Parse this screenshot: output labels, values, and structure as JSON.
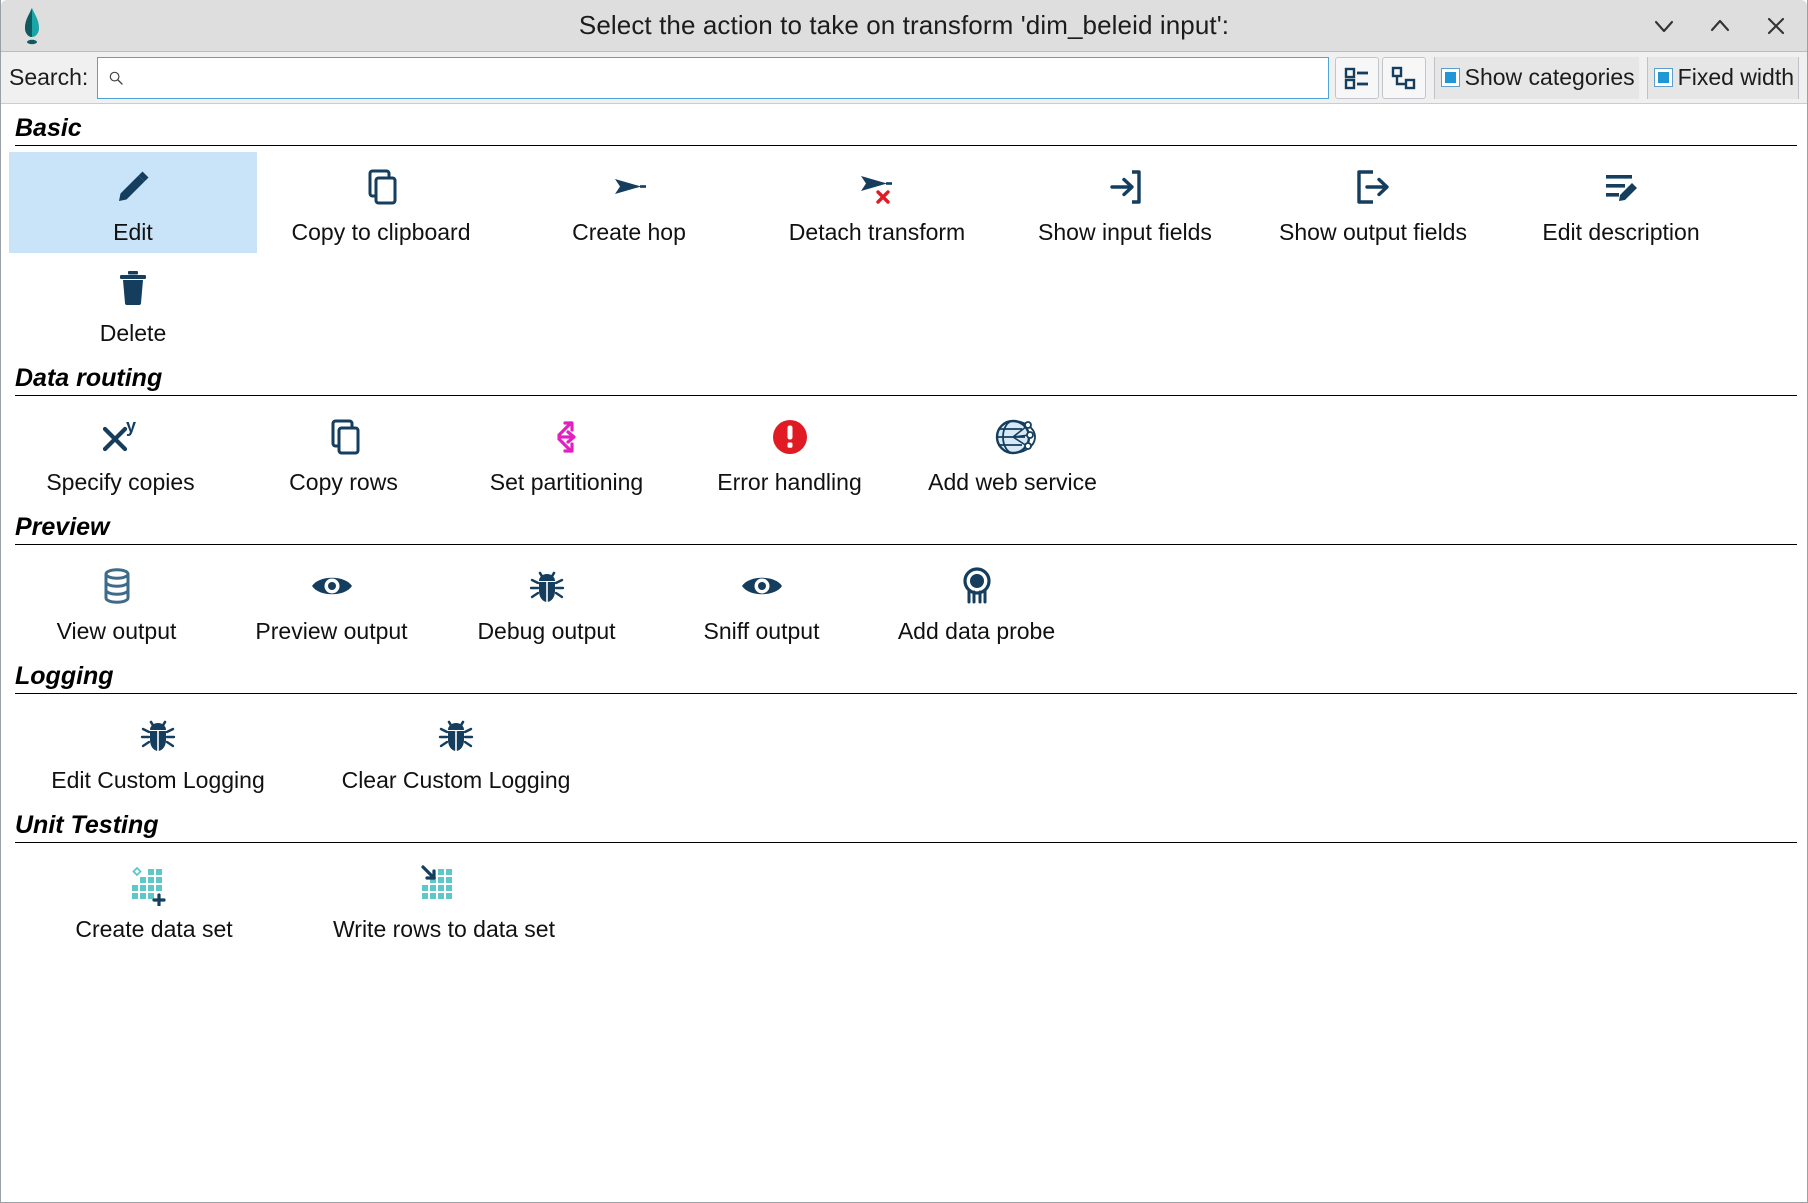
{
  "window": {
    "title": "Select the action to take on transform 'dim_beleid input':",
    "logo_icon": "hop-app-logo",
    "controls": [
      {
        "name": "minimize-button",
        "icon": "chevron-down-icon"
      },
      {
        "name": "maximize-button",
        "icon": "chevron-up-icon"
      },
      {
        "name": "close-button",
        "icon": "close-x-icon"
      }
    ]
  },
  "search": {
    "label": "Search:",
    "value": "",
    "placeholder": "",
    "icon": "search-icon"
  },
  "toolbar": {
    "view_buttons": [
      {
        "name": "list-view-button",
        "icon": "list-view-icon"
      },
      {
        "name": "tree-view-button",
        "icon": "tree-view-icon"
      }
    ],
    "checkboxes": [
      {
        "name": "show-categories-checkbox",
        "label": "Show categories",
        "checked": true
      },
      {
        "name": "fixed-width-checkbox",
        "label": "Fixed width",
        "checked": true
      }
    ]
  },
  "colors": {
    "icon_navy": "#143d5e",
    "accent_blue": "#2196d6",
    "selection_blue": "#c9e4f8",
    "error_red": "#e01b24",
    "magenta": "#e020c0",
    "teal": "#5ec8c8"
  },
  "sections": [
    {
      "title": "Basic",
      "items": [
        {
          "label": "Edit",
          "icon": "pencil-icon",
          "selected": true
        },
        {
          "label": "Copy to clipboard",
          "icon": "copy-icon",
          "selected": false
        },
        {
          "label": "Create hop",
          "icon": "arrow-hop-icon",
          "selected": false
        },
        {
          "label": "Detach transform",
          "icon": "arrow-hop-delete-icon",
          "selected": false
        },
        {
          "label": "Show input fields",
          "icon": "input-fields-icon",
          "selected": false
        },
        {
          "label": "Show output fields",
          "icon": "output-fields-icon",
          "selected": false
        },
        {
          "label": "Edit description",
          "icon": "edit-description-icon",
          "selected": false
        },
        {
          "label": "Delete",
          "icon": "trash-icon",
          "selected": false
        }
      ]
    },
    {
      "title": "Data routing",
      "items": [
        {
          "label": "Specify copies",
          "icon": "x-to-the-y-icon",
          "selected": false
        },
        {
          "label": "Copy rows",
          "icon": "copy-icon",
          "selected": false
        },
        {
          "label": "Set partitioning",
          "icon": "partitioning-arrows-icon",
          "selected": false
        },
        {
          "label": "Error handling",
          "icon": "error-circle-icon",
          "selected": false
        },
        {
          "label": "Add web service",
          "icon": "web-service-globe-icon",
          "selected": false
        }
      ]
    },
    {
      "title": "Preview",
      "items": [
        {
          "label": "View output",
          "icon": "database-icon",
          "selected": false
        },
        {
          "label": "Preview output",
          "icon": "eye-icon",
          "selected": false
        },
        {
          "label": "Debug output",
          "icon": "bug-icon",
          "selected": false
        },
        {
          "label": "Sniff output",
          "icon": "eye-icon",
          "selected": false
        },
        {
          "label": "Add data probe",
          "icon": "data-probe-icon",
          "selected": false
        }
      ]
    },
    {
      "title": "Logging",
      "items": [
        {
          "label": "Edit Custom Logging",
          "icon": "bug-icon",
          "selected": false
        },
        {
          "label": "Clear Custom Logging",
          "icon": "bug-icon",
          "selected": false
        }
      ]
    },
    {
      "title": "Unit Testing",
      "items": [
        {
          "label": "Create data set",
          "icon": "data-set-add-icon",
          "selected": false
        },
        {
          "label": "Write rows to data set",
          "icon": "data-set-write-icon",
          "selected": false
        }
      ]
    }
  ]
}
